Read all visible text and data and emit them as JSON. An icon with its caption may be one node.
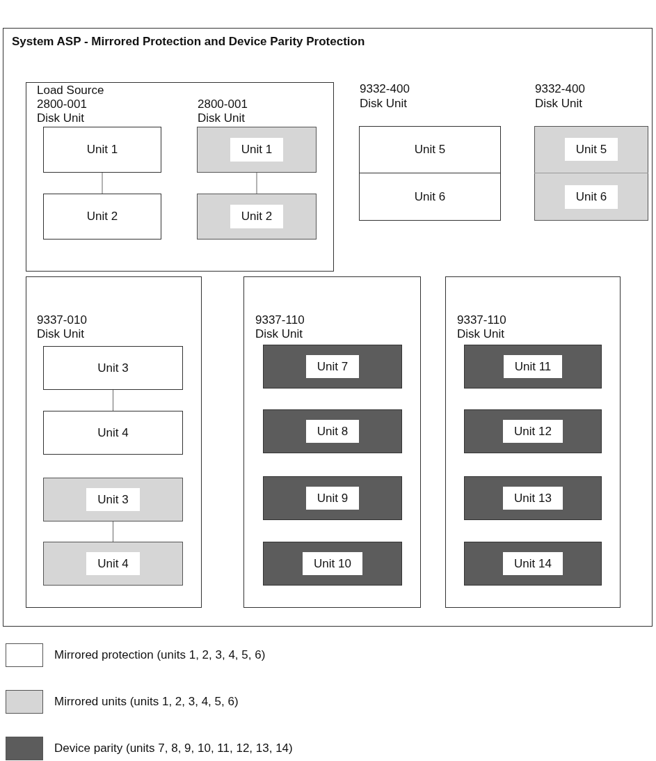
{
  "diagram": {
    "nodes": [
      {
        "text": [
          "System ASP - Mirrored Protection and Device Parity Protection"
        ]
      },
      {
        "text": [
          "Load Source 2800-001 Disk Unit",
          "2800-001 Disk Unit"
        ],
        "in": 0
      },
      {
        "text": [
          "Unit 1"
        ],
        "in": 1
      },
      {
        "text": [
          "Unit 2"
        ],
        "in": 1
      },
      {
        "text": [
          "Unit 1"
        ],
        "in": 1
      },
      {
        "text": [
          "Unit 2"
        ],
        "in": 1
      },
      {
        "text": [],
        "shape": "box",
        "in": 0,
        "beside": [
          "9332-400 Disk Unit"
        ]
      },
      {
        "text": [
          "Unit 5"
        ],
        "in": 6
      },
      {
        "text": [
          "Unit 6"
        ],
        "in": 6
      },
      {
        "text": [],
        "shape": "box",
        "in": 0,
        "beside": [
          "9332-400 Disk Unit"
        ]
      },
      {
        "text": [
          "Unit 5"
        ],
        "in": 9
      },
      {
        "text": [
          "Unit 6"
        ],
        "in": 9
      },
      {
        "text": [
          "9337-010 Disk Unit"
        ],
        "in": 0
      },
      {
        "text": [
          "Unit 3"
        ],
        "in": 12
      },
      {
        "text": [
          "Unit 4"
        ],
        "in": 12
      },
      {
        "text": [
          "Unit 3"
        ],
        "in": 12
      },
      {
        "text": [
          "Unit 4"
        ],
        "in": 12
      },
      {
        "text": [
          "9337-110 Disk Unit"
        ],
        "in": 0
      },
      {
        "text": [
          "Unit 7"
        ],
        "in": 17
      },
      {
        "text": [
          "Unit 8"
        ],
        "in": 17
      },
      {
        "text": [
          "Unit 9"
        ],
        "in": 17
      },
      {
        "text": [
          "Unit 10"
        ],
        "in": 17
      },
      {
        "text": [
          "9337-110 Disk Unit"
        ],
        "in": 0
      },
      {
        "text": [
          "Unit 11"
        ],
        "in": 22
      },
      {
        "text": [
          "Unit 12"
        ],
        "in": 22
      },
      {
        "text": [
          "Unit 13"
        ],
        "in": 22
      },
      {
        "text": [
          "Unit 14"
        ],
        "in": 22
      }
    ],
    "edges": [
      {
        "from": 2,
        "to": 3,
        "arrow": "none"
      },
      {
        "from": 4,
        "to": 5,
        "arrow": "none"
      },
      {
        "from": 13,
        "to": 14,
        "arrow": "none"
      },
      {
        "from": 15,
        "to": 16,
        "arrow": "none"
      }
    ],
    "legend": [
      {
        "text": "Mirrored protection (units 1, 2, 3, 4, 5, 6)",
        "color": "#ffffff"
      },
      {
        "text": "Mirrored units (units 1, 2, 3, 4, 5, 6)",
        "color": "#d6d6d6"
      },
      {
        "text": "Device parity (units 7, 8, 9, 10, 11, 12, 13, 14)",
        "color": "#5c5c5c"
      }
    ]
  }
}
